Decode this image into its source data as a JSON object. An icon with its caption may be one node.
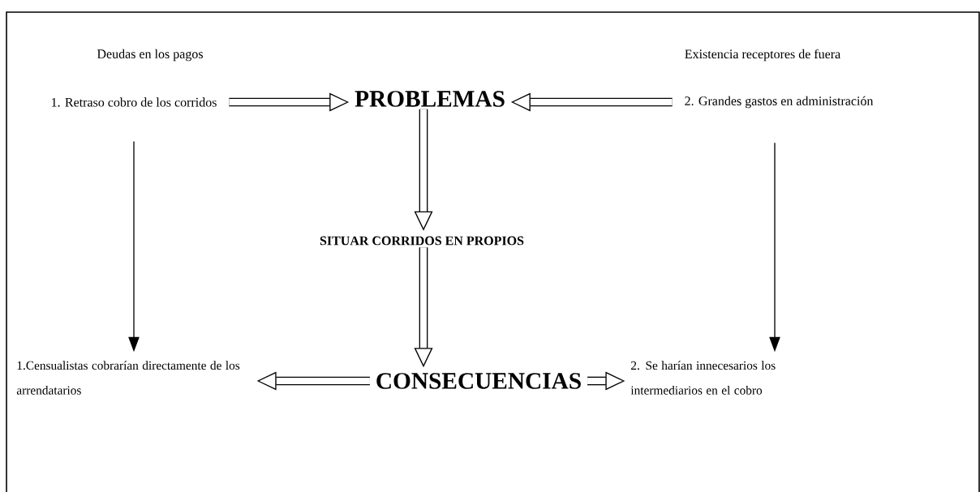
{
  "diagram": {
    "nodes": [
      {
        "text": [
          "1. Retraso cobro de los corridos"
        ]
      },
      {
        "text": [
          "PROBLEMAS"
        ]
      },
      {
        "text": [
          "2. Grandes gastos en administración"
        ]
      },
      {
        "text": [
          "SITUAR CORRIDOS EN PROPIOS"
        ]
      },
      {
        "text": [
          "1.Censualistas cobrarían directamente de los arrendatarios"
        ]
      },
      {
        "text": [
          "CONSECUENCIAS"
        ]
      },
      {
        "text": [
          "2. Se harían innecesarios los intermediarios en el cobro"
        ]
      }
    ],
    "edges": [
      {
        "from": 0,
        "to": 1,
        "arrow": "to"
      },
      {
        "from": 2,
        "to": 1,
        "arrow": "to"
      },
      {
        "from": 1,
        "to": 3,
        "arrow": "to"
      },
      {
        "from": 3,
        "to": 5,
        "arrow": "to"
      },
      {
        "from": 5,
        "to": 4,
        "arrow": "to"
      },
      {
        "from": 5,
        "to": 6,
        "arrow": "to"
      },
      {
        "from": 0,
        "to": 4,
        "arrow": "to"
      },
      {
        "from": 2,
        "to": 6,
        "arrow": "to"
      }
    ],
    "labels": [
      "Deudas en los pagos",
      "Existencia receptores de fuera"
    ]
  }
}
